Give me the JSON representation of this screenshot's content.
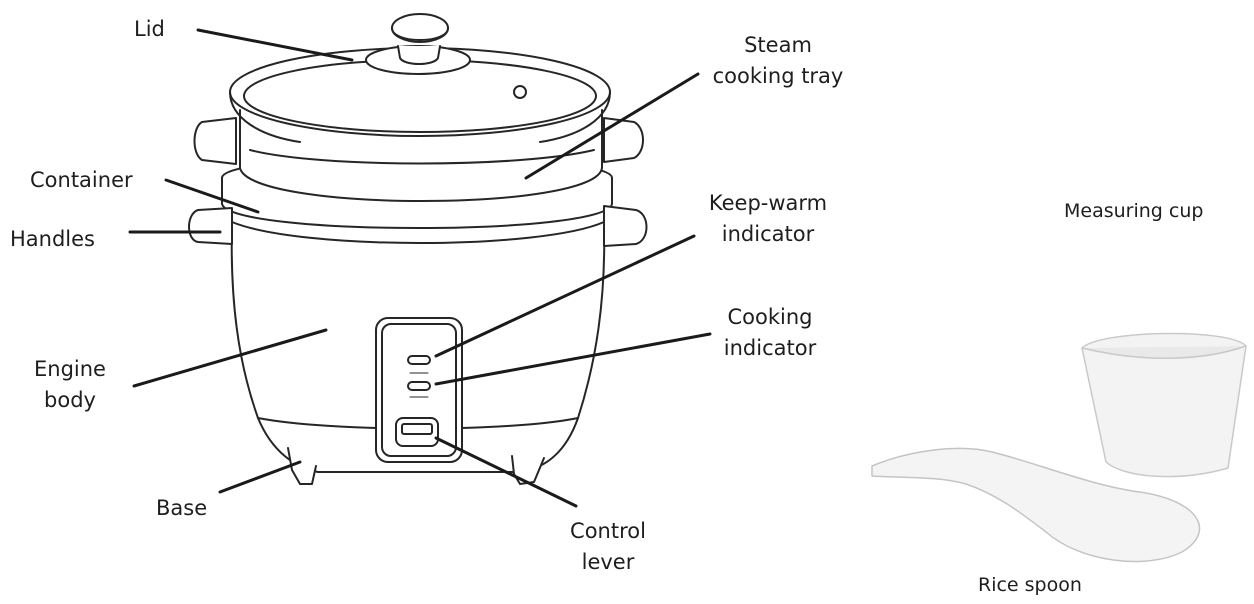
{
  "labels": {
    "lid": "Lid",
    "steam_tray": [
      "Steam",
      "cooking tray"
    ],
    "container": "Container",
    "handles": "Handles",
    "keep_warm": [
      "Keep-warm",
      "indicator"
    ],
    "engine_body": [
      "Engine",
      "body"
    ],
    "cooking_indicator": [
      "Cooking",
      "indicator"
    ],
    "base": "Base",
    "control_lever": [
      "Control",
      "lever"
    ],
    "measuring_cup": "Measuring cup",
    "rice_spoon": "Rice spoon"
  }
}
